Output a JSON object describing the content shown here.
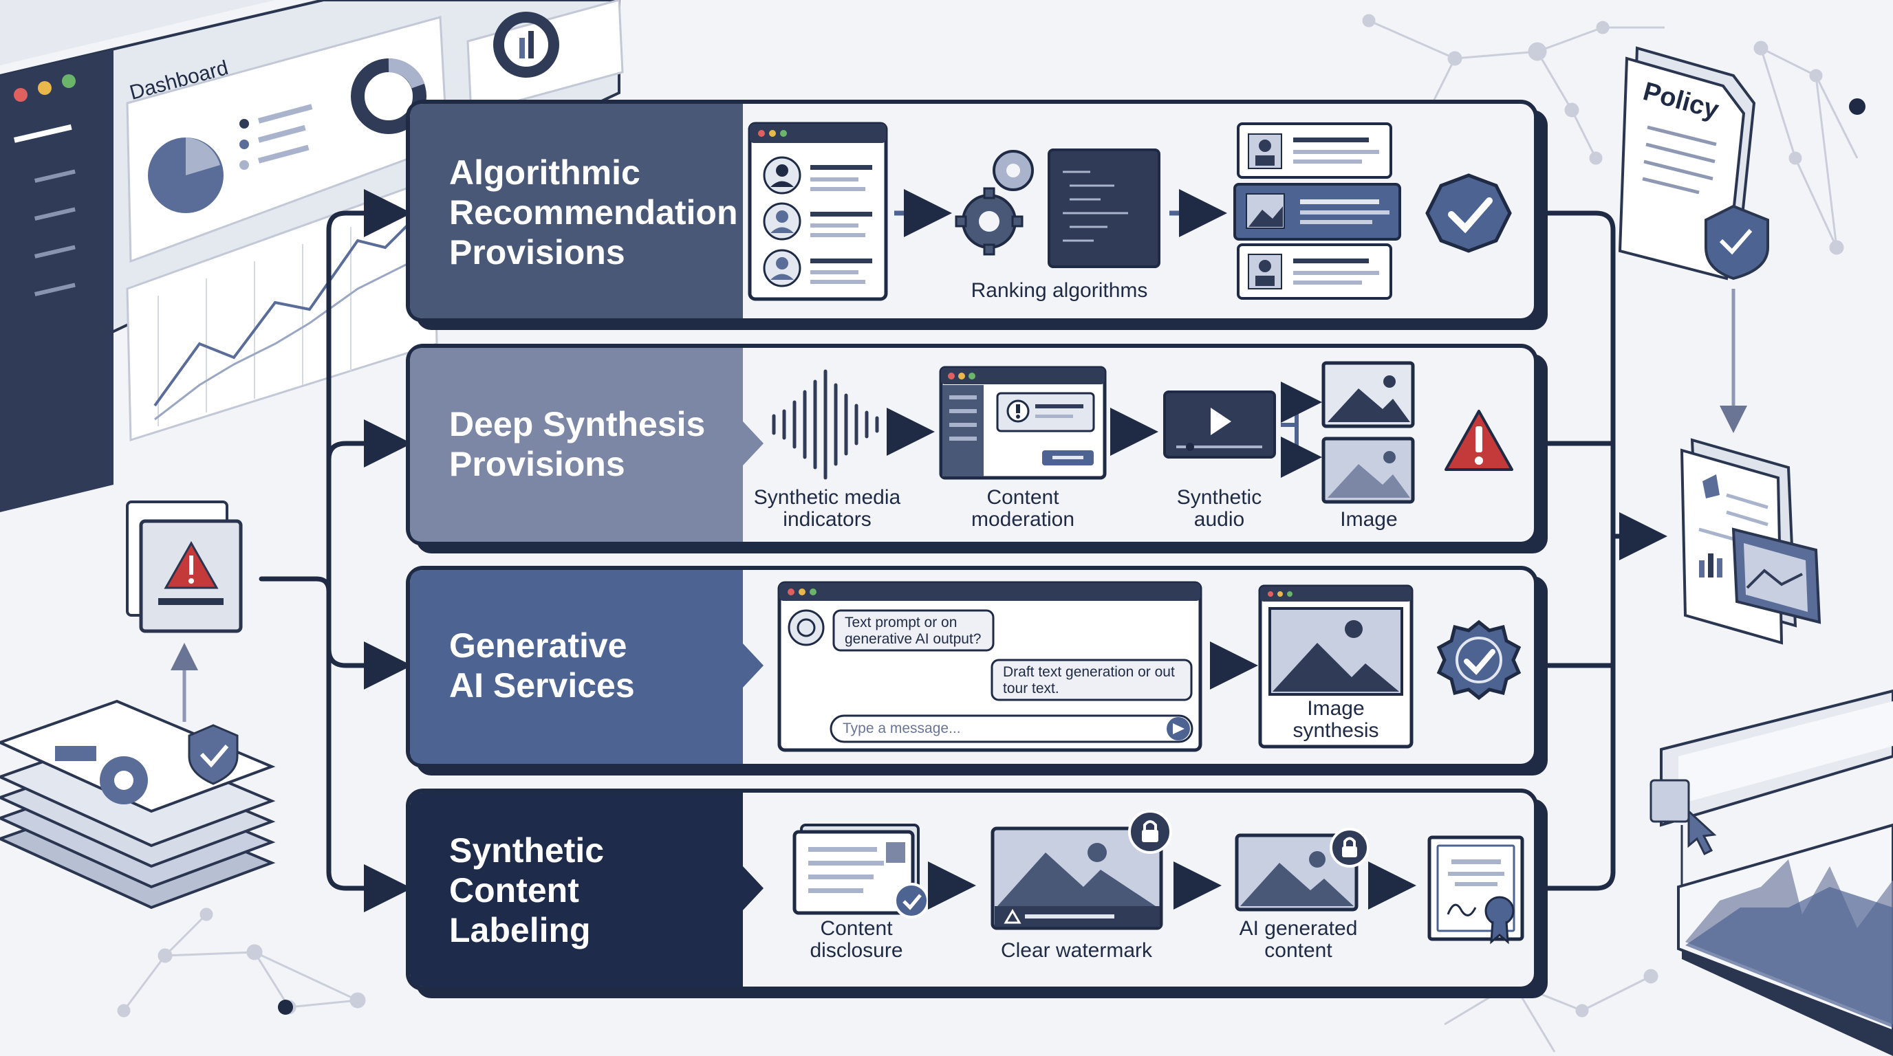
{
  "dashboard": {
    "title": "Dashboard"
  },
  "policy": {
    "title": "Policy"
  },
  "rows": [
    {
      "title_lines": [
        "Algorithmic",
        "Recommendation",
        "Provisions"
      ],
      "labels": [
        "Ranking algorithms"
      ],
      "status": "check"
    },
    {
      "title_lines": [
        "Deep Synthesis",
        "Provisions"
      ],
      "labels": [
        "Synthetic media\nindicators",
        "Content\nmoderation",
        "Synthetic\naudio",
        "Image"
      ],
      "status": "warning"
    },
    {
      "title_lines": [
        "Generative",
        "AI Services"
      ],
      "labels": [
        "Image\nsynthesis"
      ],
      "chat": {
        "message_1": "Text prompt or on\ngenerative AI output?",
        "message_2": "Draft text generation or out\ntour text.",
        "input_placeholder": "Type a message..."
      },
      "status": "badge-check"
    },
    {
      "title_lines": [
        "Synthetic",
        "Content",
        "Labeling"
      ],
      "labels": [
        "Content\ndisclosure",
        "Clear watermark",
        "AI generated\ncontent"
      ]
    }
  ],
  "colors": {
    "row1": "#4a5878",
    "row2": "#7b87a5",
    "row3": "#4d6391",
    "row4": "#1e2b4a",
    "accent_red": "#c43a3a",
    "line": "#1f2a44"
  }
}
